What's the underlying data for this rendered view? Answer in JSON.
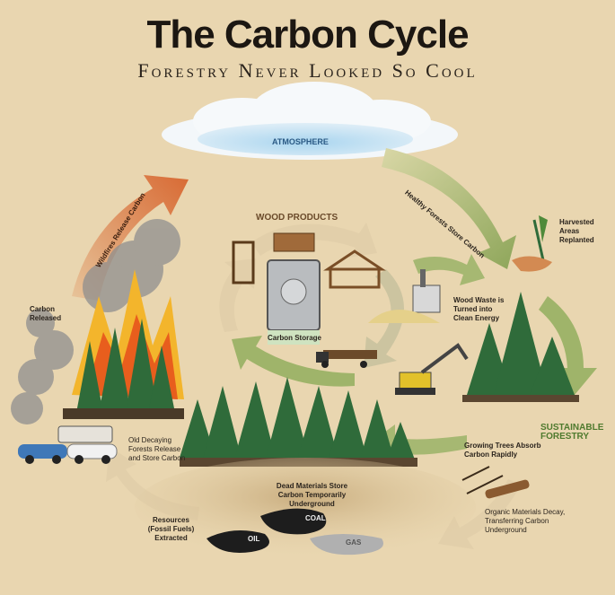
{
  "title": "The Carbon Cycle",
  "subtitle": "Forestry Never Looked So Cool",
  "labels": {
    "atmosphere": "ATMOSPHERE",
    "healthy_forests": "Healthy Forests Store Carbon",
    "wildfires": "Wildfires Release Carbon",
    "wood_products": "WOOD PRODUCTS",
    "carbon_storage": "Carbon Storage",
    "harvested_replanted": "Harvested Areas Replanted",
    "wood_waste": "Wood Waste is Turned into Clean Energy",
    "carbon_released": "Carbon Released",
    "sustainable_forestry": "SUSTAINABLE FORESTRY",
    "growing_trees": "Growing Trees Absorb Carbon Rapidly",
    "old_decaying": "Old Decaying Forests Release and Store Carbon",
    "dead_materials": "Dead Materials Store Carbon Temporarily Underground",
    "organic_decay": "Organic Materials Decay, Transferring Carbon Underground",
    "resources": "Resources (Fossil Fuels) Extracted",
    "coal": "COAL",
    "oil": "OIL",
    "gas": "GAS"
  },
  "colors": {
    "background": "#e9d6b0",
    "arrow_light": "#e5d2ac",
    "arrow_green": "#8ea65a",
    "arrow_fire": "#d9743f",
    "sky": "#bfe0f2",
    "tree": "#2f6b3a",
    "sustainable_text": "#4f7a2e"
  }
}
